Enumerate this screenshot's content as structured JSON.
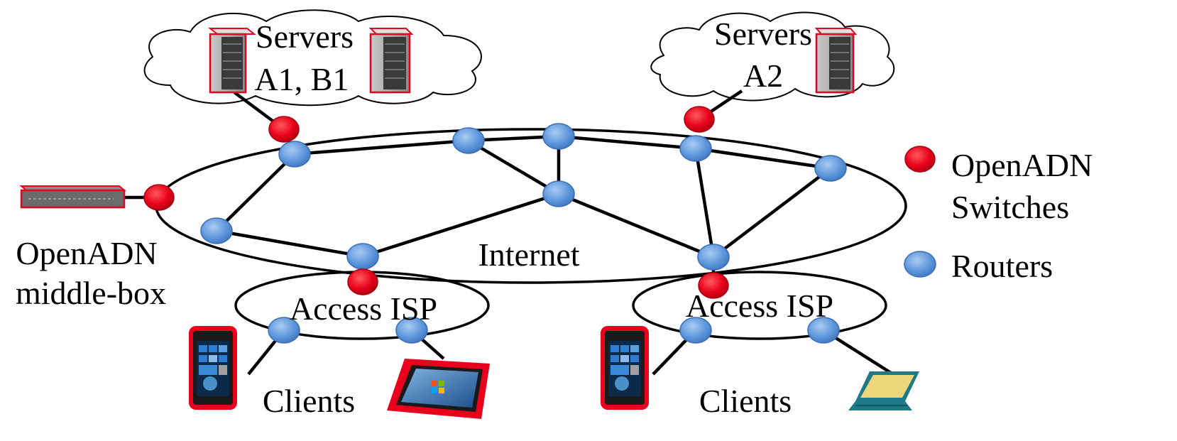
{
  "labels": {
    "servers_left": [
      "Servers",
      "A1, B1"
    ],
    "servers_right": [
      "Servers",
      "A2"
    ],
    "internet": "Internet",
    "access_isp_left": "Access ISP",
    "access_isp_right": "Access ISP",
    "clients_left": "Clients",
    "clients_right": "Clients",
    "middlebox": [
      "OpenADN",
      "middle-box"
    ]
  },
  "legend": {
    "items": [
      {
        "lines": [
          "OpenADN",
          "Switches"
        ],
        "symbol": "red-circle"
      },
      {
        "lines": [
          "Routers"
        ],
        "symbol": "blue-circle"
      }
    ]
  },
  "colors": {
    "switch": "#e8001c",
    "router": "#5b94d9",
    "device_frame": "#e8001c",
    "laptop_screen": "#ecd57a",
    "laptop_frame": "#1e7a88"
  },
  "icons": {
    "server": "server-rack-icon",
    "middlebox": "network-appliance-icon",
    "phone": "smartphone-icon",
    "tablet": "tablet-icon",
    "laptop": "laptop-icon",
    "cloud": "cloud-icon"
  }
}
